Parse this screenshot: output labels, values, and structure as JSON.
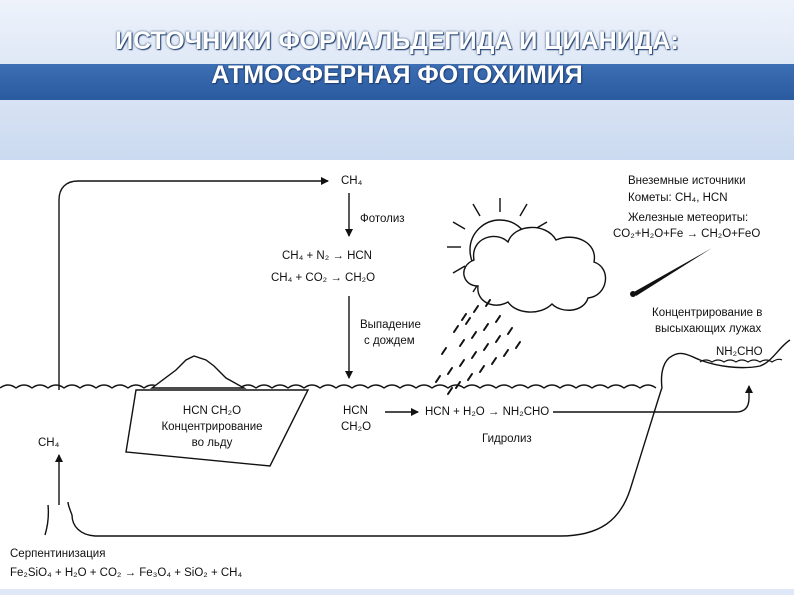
{
  "title": {
    "line1": "ИСТОЧНИКИ ФОРМАЛЬДЕГИДА И ЦИАНИДА:",
    "line2": "АТМОСФЕРНАЯ ФОТОХИМИЯ"
  },
  "labels": {
    "ch4_top": "CH₄",
    "photolysis": "Фотолиз",
    "reaction1": "CH₄ + N₂ → HCN",
    "reaction2": "CH₄ + CO₂ → CH₂O",
    "rain_line1": "Выпадение",
    "rain_line2": "с дождем",
    "hcn_water": "HCN",
    "ch2o_water": "CH₂O",
    "hydrolysis_reaction": "HCN + H₂O → NH₂CHO",
    "hydrolysis": "Гидролиз",
    "ice_line1": "HCN  CH₂O",
    "ice_line2": "Концентрирование",
    "ice_line3": "во льду",
    "ch4_left": "CH₄",
    "extraterrestrial_title": "Внеземные источники",
    "comets": "Кометы: CH₄, HCN",
    "meteorites": "Железные метеориты:",
    "meteorite_reaction": "CO₂+H₂O+Fe → CH₂O+FeO",
    "pools_line1": "Концентрирование в",
    "pools_line2": "высыхающих лужах",
    "nh2cho": "NH₂CHO",
    "serpentinization": "Серпентинизация",
    "serp_reaction": "Fe₂SiO₄ + H₂O + CO₂ → Fe₃O₄ + SiO₂ + CH₄"
  },
  "colors": {
    "header_band": "#2a5aa0",
    "header_bg": "#dfe8f6",
    "ink": "#111111"
  }
}
